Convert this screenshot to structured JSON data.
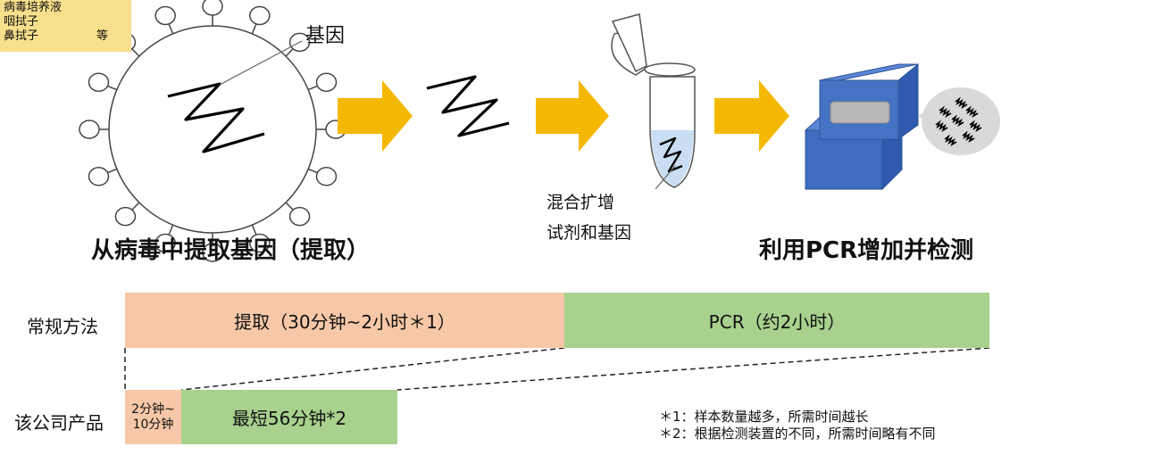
{
  "samples": {
    "line1": "病毒培养液",
    "line2": "咽拭子",
    "line3": "鼻拭子",
    "line3_suffix": "等"
  },
  "labels": {
    "gene": "基因",
    "extraction": "从病毒中提取基因（提取）",
    "tube_line1": "混合扩增",
    "tube_line2": "试剂和基因",
    "pcr_detect": "利用PCR增加并检测"
  },
  "comparison": {
    "conventional": {
      "row_label": "常规方法",
      "extract_bar": "提取（30分钟~2小时＊1）",
      "pcr_bar": "PCR（约2小时）"
    },
    "product": {
      "row_label": "该公司产品",
      "extract_line1": "2分钟~",
      "extract_line2": "10分钟",
      "pcr_bar": "最短56分钟*2"
    }
  },
  "notes": {
    "note1": "＊1：样本数量越多，所需时间越长",
    "note2": "＊2：根据检测装置的不同，所需时间略有不同"
  },
  "colors": {
    "sample_bg": "#f8df8c",
    "arrow": "#f5b800",
    "orange_bar": "#f7c8a7",
    "green_bar": "#a8d18d",
    "machine_blue": "#4472c4",
    "liquid": "#c9def2"
  }
}
